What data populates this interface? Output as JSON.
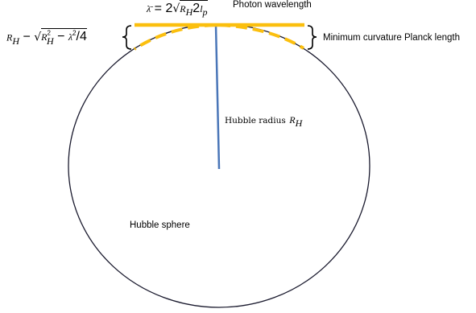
{
  "labels": {
    "photon_wavelength": "Photon wavelength",
    "min_curvature": "Minimum curvature Planck length",
    "hubble_sphere": "Hubble sphere",
    "hubble_radius": "Hubble radius"
  },
  "math": {
    "wavelength_formula": "λ̄ = 2√(R_H 2l_p)",
    "sagitta_formula": "R_H − √(R_H² − λ̄²/4)",
    "radius_symbol": "R_H"
  },
  "colors": {
    "wavelength_line": "#fbbf0e",
    "radius_line": "#4a76b8",
    "circle": "#1a1a2e",
    "brace": "#000000"
  }
}
